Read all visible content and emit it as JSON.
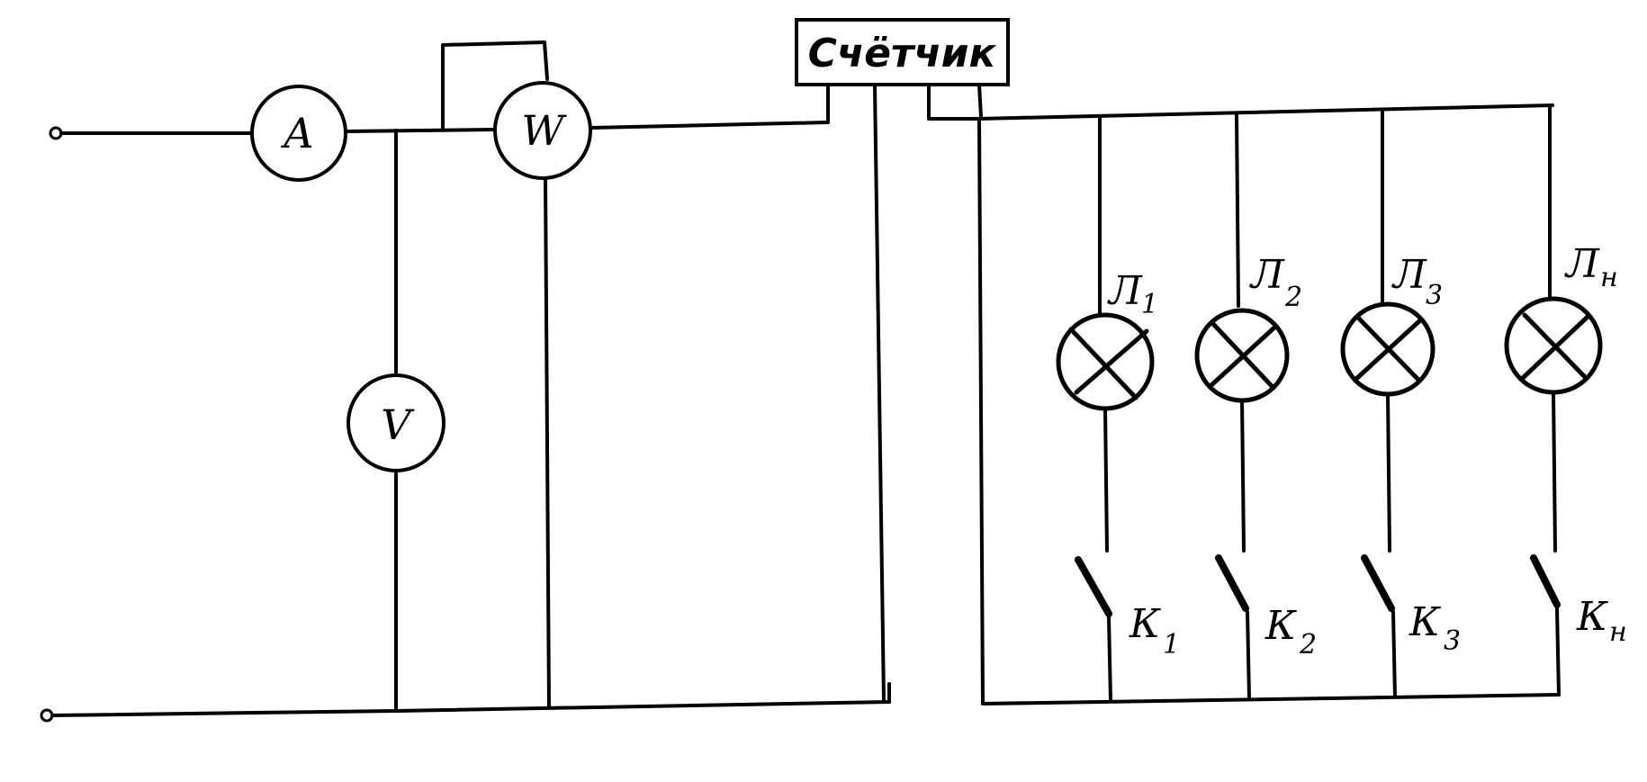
{
  "meters": {
    "ammeter": "A",
    "voltmeter": "V",
    "wattmeter": "W"
  },
  "counter": {
    "label": "Счётчик"
  },
  "lamps": [
    {
      "letter": "Л",
      "index": "1"
    },
    {
      "letter": "Л",
      "index": "2"
    },
    {
      "letter": "Л",
      "index": "3"
    },
    {
      "letter": "Л",
      "index": "н"
    }
  ],
  "switches": [
    {
      "letter": "К",
      "index": "1"
    },
    {
      "letter": "К",
      "index": "2"
    },
    {
      "letter": "К",
      "index": "3"
    },
    {
      "letter": "К",
      "index": "н"
    }
  ]
}
